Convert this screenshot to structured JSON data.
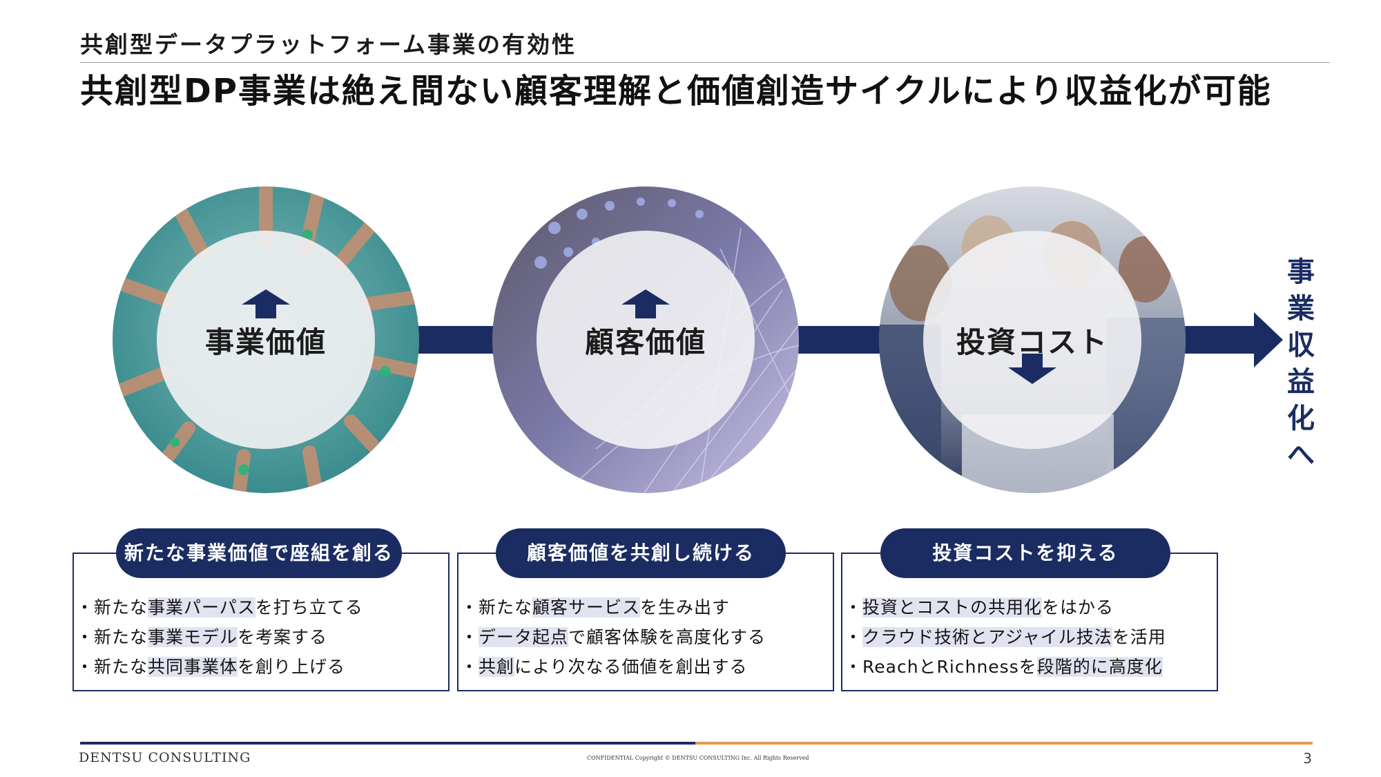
{
  "header": {
    "subtitle": "共創型データプラットフォーム事業の有効性",
    "title": "共創型DP事業は絶え間ない顧客理解と価値創造サイクルにより収益化が可能"
  },
  "cycle": {
    "circles": [
      {
        "label": "事業価値",
        "arrow": "up-arrow-icon"
      },
      {
        "label": "顧客価値",
        "arrow": "up-arrow-icon"
      },
      {
        "label": "投資コスト",
        "arrow": "down-arrow-icon"
      }
    ],
    "exit_label": "事業収益化へ"
  },
  "cards": [
    {
      "title": "新たな事業価値で座組を創る",
      "bullets": [
        {
          "pre": "・新たな",
          "hl": "事業パーパス",
          "post": "を打ち立てる"
        },
        {
          "pre": "・新たな",
          "hl": "事業モデル",
          "post": "を考案する"
        },
        {
          "pre": "・新たな",
          "hl": "共同事業体",
          "post": "を創り上げる"
        }
      ]
    },
    {
      "title": "顧客価値を共創し続ける",
      "bullets": [
        {
          "pre": "・新たな",
          "hl": "顧客サービス",
          "post": "を生み出す"
        },
        {
          "pre": "・",
          "hl": "データ起点",
          "post": "で顧客体験を高度化する"
        },
        {
          "pre": "・",
          "hl": "共創",
          "post": "により次なる価値を創出する"
        }
      ]
    },
    {
      "title": "投資コストを抑える",
      "bullets": [
        {
          "pre": "・",
          "hl": "投資とコストの共用化",
          "post": "をはかる"
        },
        {
          "pre": "・",
          "hl": "クラウド技術とアジャイル技法",
          "post": "を活用"
        },
        {
          "pre": "・ReachとRichnessを",
          "hl": "段階的に高度化",
          "post": ""
        }
      ]
    }
  ],
  "footer": {
    "brand": "DENTSU CONSULTING",
    "confidential": "CONFIDENTIAL Copyright © DENTSU CONSULTING Inc. All Rights Reserved",
    "page_number": "3"
  },
  "colors": {
    "navy": "#1b2c63",
    "orange": "#e59a4c",
    "highlight": "#e1e3f1"
  }
}
